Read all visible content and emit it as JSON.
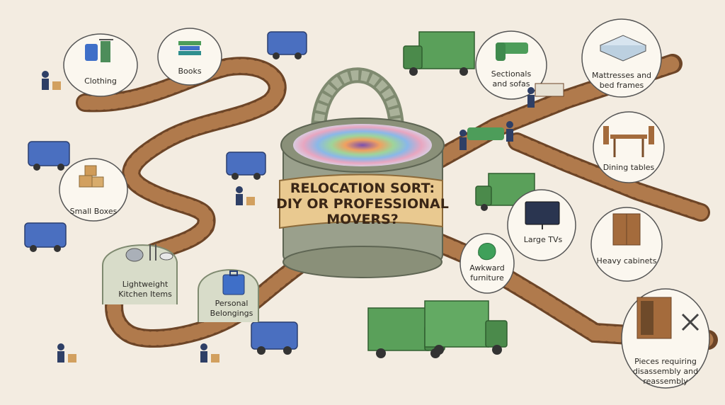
{
  "title_lines": [
    "RELOCATION SORT:",
    "DIY OR PROFESSIONAL",
    "MOVERS?"
  ],
  "diy_items": [
    {
      "label": "Clothing",
      "icon": "clothing-rack-icon"
    },
    {
      "label": "Books",
      "icon": "book-stack-icon"
    },
    {
      "label": "Small Boxes",
      "icon": "cardboard-boxes-icon"
    },
    {
      "label_lines": [
        "Lightweight",
        "Kitchen Items"
      ],
      "icon": "kitchen-utensils-icon"
    },
    {
      "label_lines": [
        "Personal",
        "Belongings"
      ],
      "icon": "suitcase-icon"
    }
  ],
  "professional_items": [
    {
      "label_lines": [
        "Sectionals",
        "and sofas"
      ],
      "icon": "sectional-sofa-icon"
    },
    {
      "label_lines": [
        "Mattresses and",
        "bed frames"
      ],
      "icon": "mattress-icon"
    },
    {
      "label": "Dining tables",
      "icon": "dining-table-icon"
    },
    {
      "label": "Large TVs",
      "icon": "television-icon"
    },
    {
      "label_lines": [
        "Awkward",
        "furniture"
      ],
      "icon": "egg-chair-icon"
    },
    {
      "label": "Heavy cabinets",
      "icon": "cabinet-icon"
    },
    {
      "label_lines": [
        "Pieces requiring",
        "disassembly and",
        "reassembly"
      ],
      "icon": "wardrobe-tools-icon"
    }
  ],
  "colors": {
    "background": "#f3ece1",
    "wood": "#a9744a",
    "stone": "#9aa08c",
    "van_blue": "#4a6fc0",
    "truck_green": "#5aa05a",
    "banner": "#e9c990"
  }
}
